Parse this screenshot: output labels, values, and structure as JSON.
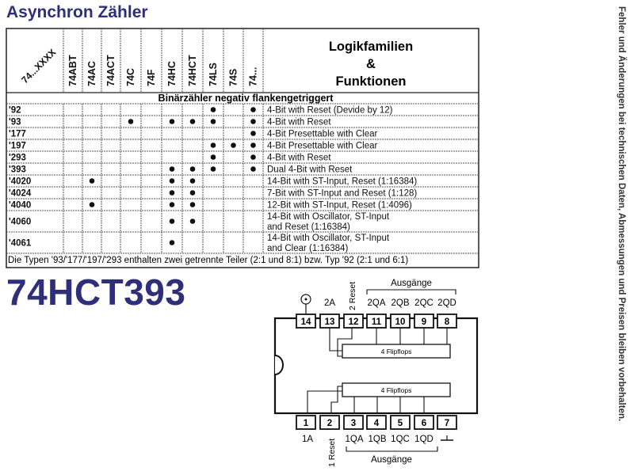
{
  "title": "Asynchron Zähler",
  "big_title": "74HCT393",
  "side_note": "Fehler und Änderungen bei technischen Daten, Abmessungen und Preisen bleiben vorbehalten.",
  "table": {
    "corner_label": "74...XXXX",
    "families": [
      "74ABT",
      "74AC",
      "74ACT",
      "74C",
      "74F",
      "74HC",
      "74HCT",
      "74LS",
      "74S",
      "74..."
    ],
    "header_right": [
      "Logikfamilien",
      "&",
      "Funktionen"
    ],
    "section_label": "Binärzähler negativ flankengetriggert",
    "rows": [
      {
        "type": "'92",
        "dots": [
          0,
          0,
          0,
          0,
          0,
          0,
          0,
          1,
          0,
          1
        ],
        "func": [
          "4-Bit with Reset (Devide by 12)"
        ]
      },
      {
        "type": "'93",
        "dots": [
          0,
          0,
          0,
          1,
          0,
          1,
          1,
          1,
          0,
          1
        ],
        "func": [
          "4-Bit with Reset"
        ]
      },
      {
        "type": "'177",
        "dots": [
          0,
          0,
          0,
          0,
          0,
          0,
          0,
          0,
          0,
          1
        ],
        "func": [
          "4-Bit Presettable with Clear"
        ]
      },
      {
        "type": "'197",
        "dots": [
          0,
          0,
          0,
          0,
          0,
          0,
          0,
          1,
          1,
          1
        ],
        "func": [
          "4-Bit Presettable with Clear"
        ]
      },
      {
        "type": "'293",
        "dots": [
          0,
          0,
          0,
          0,
          0,
          0,
          0,
          1,
          0,
          1
        ],
        "func": [
          "4-Bit with Reset"
        ]
      },
      {
        "type": "'393",
        "dots": [
          0,
          0,
          0,
          0,
          0,
          1,
          1,
          1,
          0,
          1
        ],
        "func": [
          "Dual 4-Bit with Reset"
        ]
      },
      {
        "type": "'4020",
        "dots": [
          0,
          1,
          0,
          0,
          0,
          1,
          1,
          0,
          0,
          0
        ],
        "func": [
          "14-Bit with ST-Input, Reset (1:16384)"
        ]
      },
      {
        "type": "'4024",
        "dots": [
          0,
          0,
          0,
          0,
          0,
          1,
          1,
          0,
          0,
          0
        ],
        "func": [
          "7-Bit with ST-Input and Reset (1:128)"
        ]
      },
      {
        "type": "'4040",
        "dots": [
          0,
          1,
          0,
          0,
          0,
          1,
          1,
          0,
          0,
          0
        ],
        "func": [
          "12-Bit with ST-Input, Reset (1:4096)"
        ]
      },
      {
        "type": "'4060",
        "dots": [
          0,
          0,
          0,
          0,
          0,
          1,
          1,
          0,
          0,
          0
        ],
        "func": [
          "14-Bit with Oscillator, ST-Input",
          "and Reset (1:16384)"
        ]
      },
      {
        "type": "'4061",
        "dots": [
          0,
          0,
          0,
          0,
          0,
          1,
          0,
          0,
          0,
          0
        ],
        "func": [
          "14-Bit with Oscillator, ST-Input",
          "and Clear (1:16384)"
        ]
      }
    ],
    "footnote": "Die Typen '93/'177/'197/'293 enthalten zwei getrennte Teiler (2:1 und 8:1) bzw. Typ '92 (2:1 und 6:1)"
  },
  "ic": {
    "top_pins": [
      "14",
      "13",
      "12",
      "11",
      "10",
      "9",
      "8"
    ],
    "bottom_pins": [
      "1",
      "2",
      "3",
      "4",
      "5",
      "6",
      "7"
    ],
    "top_labels": [
      "2A",
      "2 Reset",
      "2QA",
      "2QB",
      "2QC",
      "2QD"
    ],
    "bottom_labels": [
      "1A",
      "1 Reset",
      "1QA",
      "1QB",
      "1QC",
      "1QD"
    ],
    "top_group_label": "Ausgänge",
    "bottom_group_label": "Ausgänge",
    "flipflop_label": "4 Flipflops"
  }
}
